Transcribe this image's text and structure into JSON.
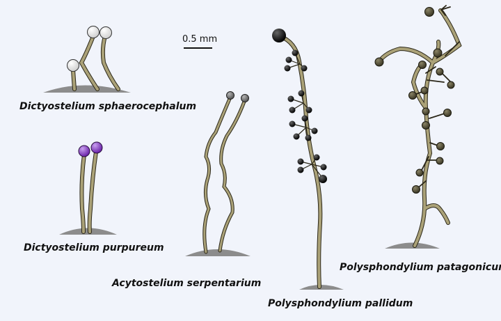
{
  "scale_bar": {
    "label": "0.5 mm"
  },
  "species": [
    {
      "name": "Dictyostelium sphaerocephalum",
      "spore_color": "#f2f2f2"
    },
    {
      "name": "Dictyostelium purpureum",
      "spore_color": "#8a3cc7"
    },
    {
      "name": "Acytostelium serpentarium",
      "spore_color": "#6e6e6e"
    },
    {
      "name": "Polysphondylium pallidum",
      "spore_color": "#111111"
    },
    {
      "name": "Polysphondylium patagonicum",
      "spore_color": "#4a4632"
    }
  ],
  "colors": {
    "stalk": "#aba278",
    "stalk_outline": "#2a2618",
    "substrate": "#8c8c8c"
  }
}
